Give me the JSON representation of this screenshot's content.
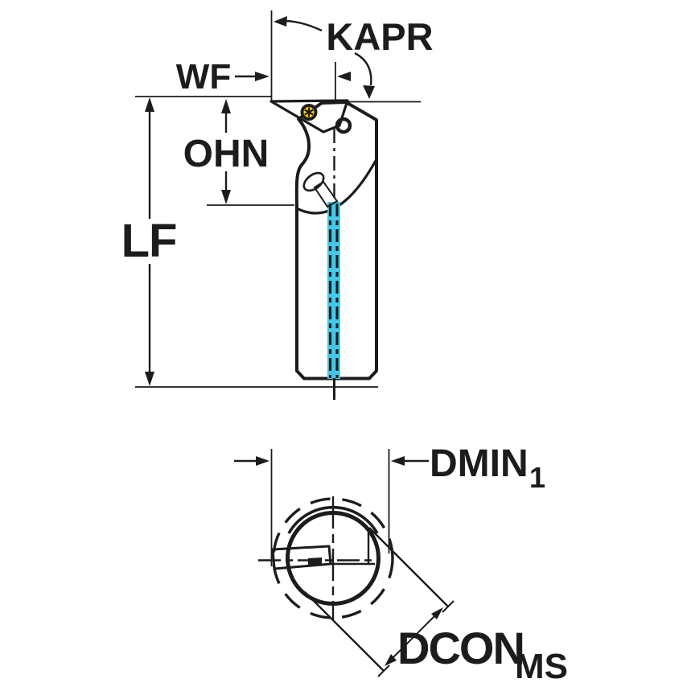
{
  "labels": {
    "kapr": "KAPR",
    "wf": "WF",
    "ohn": "OHN",
    "lf": "LF",
    "dmin": "DMIN",
    "dmin_subscript": "1",
    "dcon": "DCON",
    "dcon_subscript": "MS"
  },
  "colors": {
    "background": "#ffffff",
    "tool_body_gray": "#b4c1ca",
    "insert_yellow": "#fcd006",
    "coolant_cyan": "#41c9ea",
    "line_black": "#1c1c1c"
  }
}
